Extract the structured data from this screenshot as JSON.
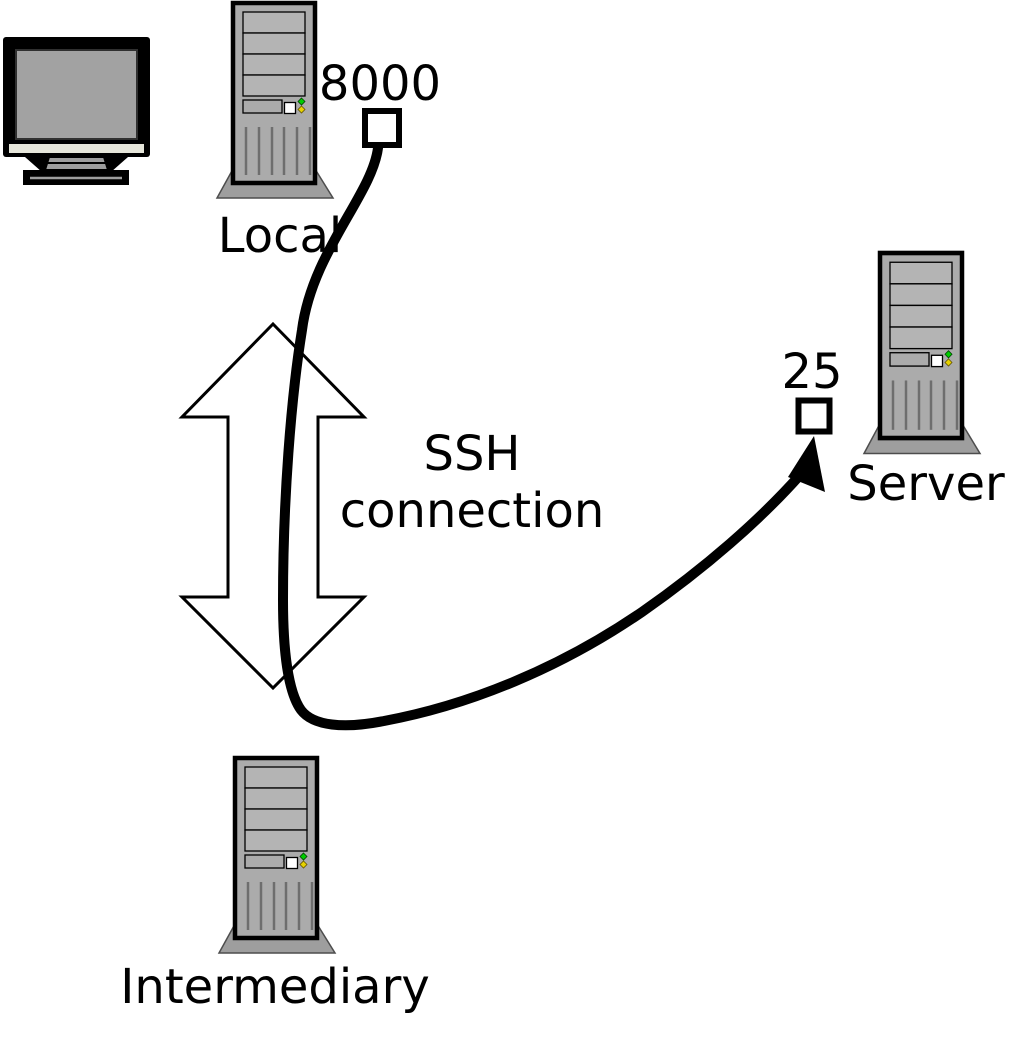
{
  "diagram": {
    "nodes": {
      "local": {
        "label": "Local",
        "port_label": "8000"
      },
      "intermediary": {
        "label": "Intermediary"
      },
      "server": {
        "label": "Server",
        "port_label": "25"
      }
    },
    "ssh_label": {
      "line1": "SSH",
      "line2": "connection"
    },
    "colors": {
      "line": "#000000",
      "tower_body": "#ababab",
      "tower_bay": "#b4b4b4",
      "tower_base": "#9e9e9e",
      "led_green": "#00cc00",
      "led_yellow": "#e6d200",
      "monitor_screen": "#a2a2a2",
      "monitor_strip": "#e6e6da",
      "arrow_fill": "#ffffff"
    }
  }
}
